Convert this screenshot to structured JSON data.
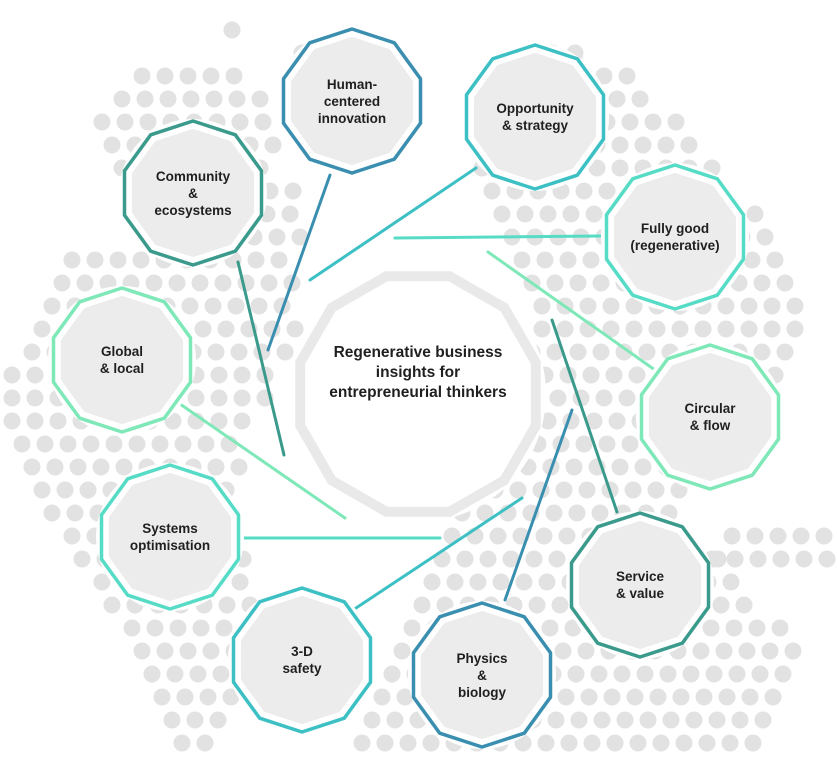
{
  "center": {
    "label": "Regenerative business insights for entrepreneurial thinkers"
  },
  "colors": {
    "blue": "#3a8fb0",
    "teal": "#3cc0c4",
    "aqua": "#56dcc6",
    "green": "#7ee8b8",
    "dark_teal": "#3a9a8c",
    "node_fill": "#ececec",
    "dots": "#e2e2e2"
  },
  "nodes": [
    {
      "id": "human-centered-innovation",
      "lines": [
        "Human-",
        "centered",
        "innovation"
      ],
      "color": "blue"
    },
    {
      "id": "opportunity-strategy",
      "lines": [
        "Opportunity",
        "& strategy"
      ],
      "color": "teal"
    },
    {
      "id": "fully-good",
      "lines": [
        "Fully good",
        "(regenerative)"
      ],
      "color": "aqua"
    },
    {
      "id": "circular-flow",
      "lines": [
        "Circular",
        "& flow"
      ],
      "color": "green"
    },
    {
      "id": "service-value",
      "lines": [
        "Service",
        "& value"
      ],
      "color": "dark_teal"
    },
    {
      "id": "physics-biology",
      "lines": [
        "Physics",
        "&",
        "biology"
      ],
      "color": "blue"
    },
    {
      "id": "3d-safety",
      "lines": [
        "3-D",
        "safety"
      ],
      "color": "teal"
    },
    {
      "id": "systems-optimisation",
      "lines": [
        "Systems",
        "optimisation"
      ],
      "color": "aqua"
    },
    {
      "id": "global-local",
      "lines": [
        "Global",
        "& local"
      ],
      "color": "green"
    },
    {
      "id": "community-ecosystems",
      "lines": [
        "Community",
        "&",
        "ecosystems"
      ],
      "color": "dark_teal"
    }
  ]
}
